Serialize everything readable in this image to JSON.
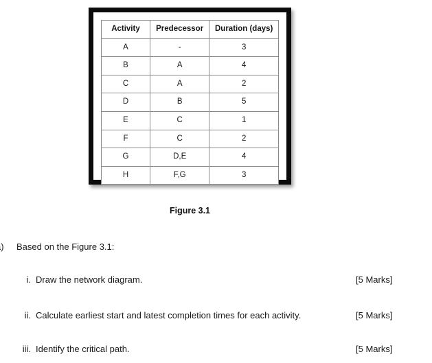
{
  "figure": {
    "caption": "Figure 3.1",
    "table": {
      "headers": [
        "Activity",
        "Predecessor",
        "Duration (days)"
      ],
      "rows": [
        {
          "activity": "A",
          "predecessor": "-",
          "duration": "3"
        },
        {
          "activity": "B",
          "predecessor": "A",
          "duration": "4"
        },
        {
          "activity": "C",
          "predecessor": "A",
          "duration": "2"
        },
        {
          "activity": "D",
          "predecessor": "B",
          "duration": "5"
        },
        {
          "activity": "E",
          "predecessor": "C",
          "duration": "1"
        },
        {
          "activity": "F",
          "predecessor": "C",
          "duration": "2"
        },
        {
          "activity": "G",
          "predecessor": "D,E",
          "duration": "4"
        },
        {
          "activity": "H",
          "predecessor": "F,G",
          "duration": "3"
        }
      ]
    }
  },
  "question": {
    "marker": "a)",
    "lead": "Based on the Figure 3.1:",
    "items": [
      {
        "numeral": "i.",
        "text": "Draw the network diagram.",
        "marks": "[5 Marks]"
      },
      {
        "numeral": "ii.",
        "text": "Calculate earliest start and latest completion times for each activity.",
        "marks": "[5 Marks]"
      },
      {
        "numeral": "iii.",
        "text": "Identify the critical path.",
        "marks": "[5 Marks]"
      }
    ]
  }
}
